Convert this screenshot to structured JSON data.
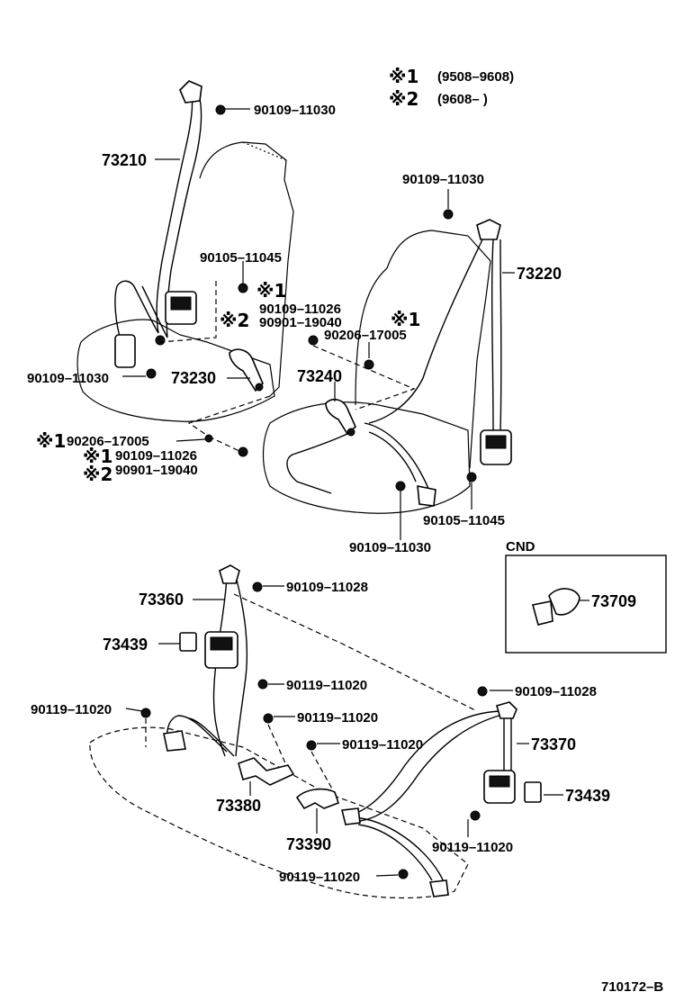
{
  "legend": {
    "note1": {
      "mark": "※1",
      "range": "(9508–9608)"
    },
    "note2": {
      "mark": "※2",
      "range": "(9608–        )"
    }
  },
  "labels": {
    "p73210": "73210",
    "p90109_11030_a": "90109–11030",
    "p90105_11045_a": "90105–11045",
    "mark1_a": "※1",
    "mark2_a": "※2",
    "p90109_11026_a": "90109–11026",
    "p90901_19040_a": "90901–19040",
    "p90109_11030_b": "90109–11030",
    "p73230": "73230",
    "mark1_b": "※1",
    "p90206_17005_a": "90206–17005",
    "mark1_c": "※1",
    "p90109_11026_b": "90109–11026",
    "mark2_b": "※2",
    "p90901_19040_b": "90901–19040",
    "p90109_11030_c": "90109–11030",
    "p73220": "73220",
    "mark1_d": "※1",
    "p90206_17005_b": "90206–17005",
    "p73240": "73240",
    "p90105_11045_b": "90105–11045",
    "p90109_11030_d": "90109–11030",
    "cnd_title": "CND",
    "p73709": "73709",
    "p73360": "73360",
    "p90109_11028_a": "90109–11028",
    "p73439_a": "73439",
    "p90119_11020_a": "90119–11020",
    "p90119_11020_b": "90119–11020",
    "p90119_11020_c": "90119–11020",
    "p90119_11020_d": "90119–11020",
    "p73380": "73380",
    "p73390": "73390",
    "p90119_11020_e": "90119–11020",
    "p90109_11028_b": "90109–11028",
    "p73370": "73370",
    "p73439_b": "73439",
    "p90119_11020_f": "90119–11020",
    "figure_code": "710172–B"
  }
}
